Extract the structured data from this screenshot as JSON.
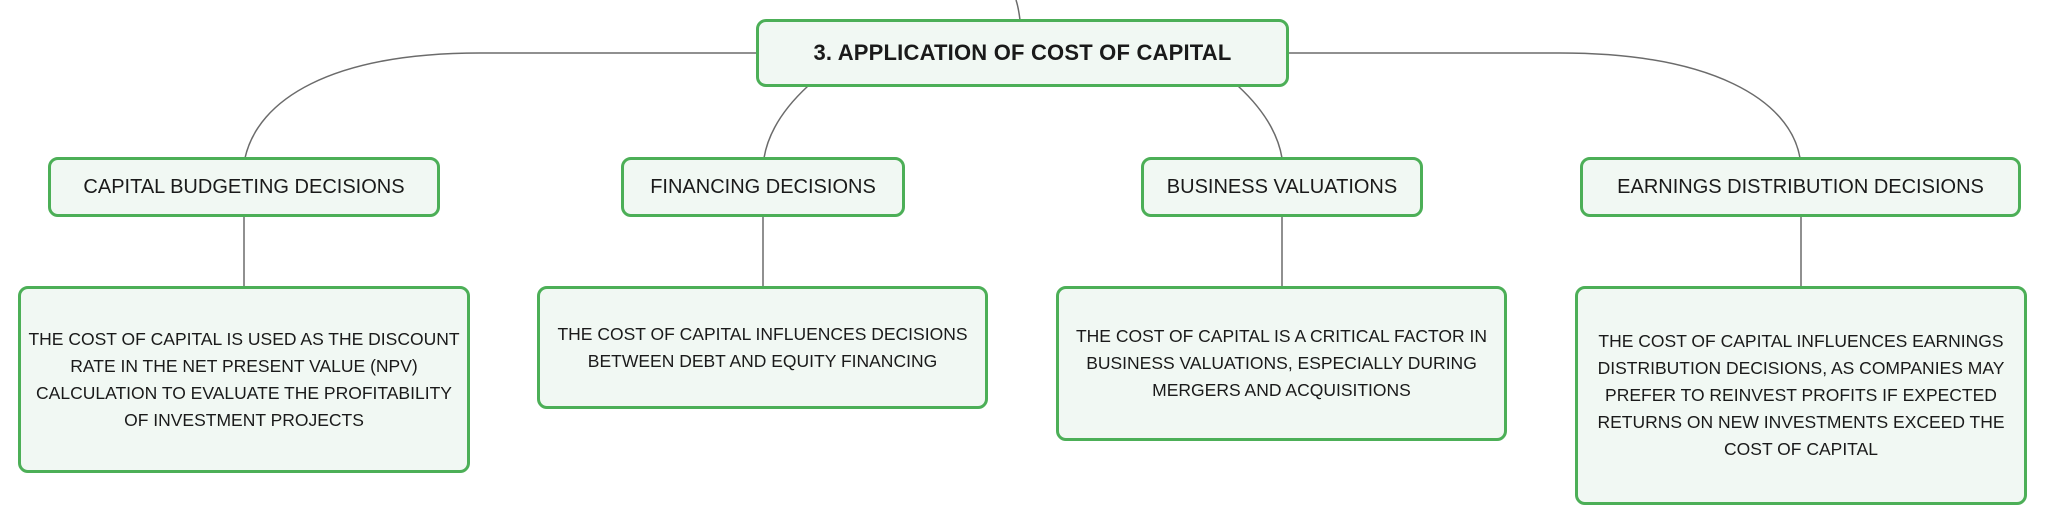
{
  "root": {
    "label": "3. APPLICATION OF COST OF CAPITAL"
  },
  "branches": [
    {
      "label": "CAPITAL BUDGETING DECISIONS",
      "detail": "THE COST OF CAPITAL IS USED AS THE DISCOUNT RATE IN THE NET PRESENT VALUE (NPV) CALCULATION TO EVALUATE THE PROFITABILITY OF INVESTMENT PROJECTS"
    },
    {
      "label": "FINANCING DECISIONS",
      "detail": "THE COST OF CAPITAL INFLUENCES DECISIONS BETWEEN DEBT AND EQUITY FINANCING"
    },
    {
      "label": "BUSINESS VALUATIONS",
      "detail": "THE COST OF CAPITAL IS A CRITICAL FACTOR IN BUSINESS VALUATIONS, ESPECIALLY DURING MERGERS AND ACQUISITIONS"
    },
    {
      "label": "EARNINGS DISTRIBUTION DECISIONS",
      "detail": "THE COST OF CAPITAL INFLUENCES EARNINGS DISTRIBUTION DECISIONS, AS COMPANIES MAY PREFER TO REINVEST PROFITS IF EXPECTED RETURNS ON NEW INVESTMENTS EXCEED THE COST OF CAPITAL"
    }
  ]
}
